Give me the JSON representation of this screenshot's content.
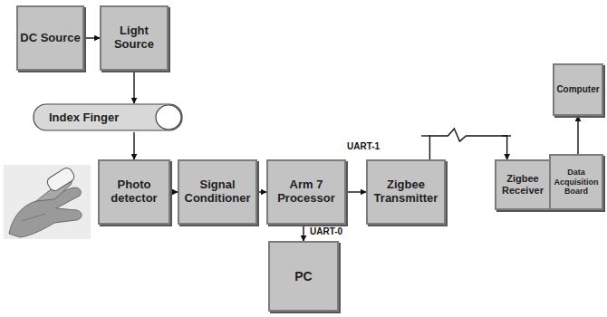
{
  "diagram": {
    "nodes": [
      {
        "text": [
          "DC Source"
        ]
      },
      {
        "text": [
          "Light Source"
        ]
      },
      {
        "text": [
          "Index Finger"
        ]
      },
      {
        "text": [
          "Photo detector"
        ]
      },
      {
        "text": [
          "Signal Conditioner"
        ]
      },
      {
        "text": [
          "Arm 7 Processor"
        ]
      },
      {
        "text": [
          "Zigbee Transmitter"
        ]
      },
      {
        "text": [
          "PC"
        ]
      },
      {
        "text": [
          "Zigbee Receiver"
        ]
      },
      {
        "text": [
          "Data Acquisition Board"
        ]
      },
      {
        "text": [
          "Computer"
        ]
      }
    ],
    "edges": [
      {
        "from": 0,
        "to": 1,
        "arrow": "to"
      },
      {
        "from": 1,
        "to": 2,
        "arrow": "to"
      },
      {
        "from": 2,
        "to": 3,
        "arrow": "to"
      },
      {
        "from": 3,
        "to": 4,
        "arrow": "to"
      },
      {
        "from": 4,
        "to": 5,
        "arrow": "to"
      },
      {
        "from": 5,
        "to": 6,
        "arrow": "to"
      },
      {
        "from": 5,
        "to": 7,
        "arrow": "to"
      },
      {
        "from": 6,
        "to": 8,
        "arrow": "to"
      },
      {
        "from": 8,
        "to": 9,
        "arrow": "to"
      },
      {
        "from": 9,
        "to": 10,
        "arrow": "to"
      }
    ],
    "labels": [
      "UART-1",
      "UART-0"
    ]
  }
}
